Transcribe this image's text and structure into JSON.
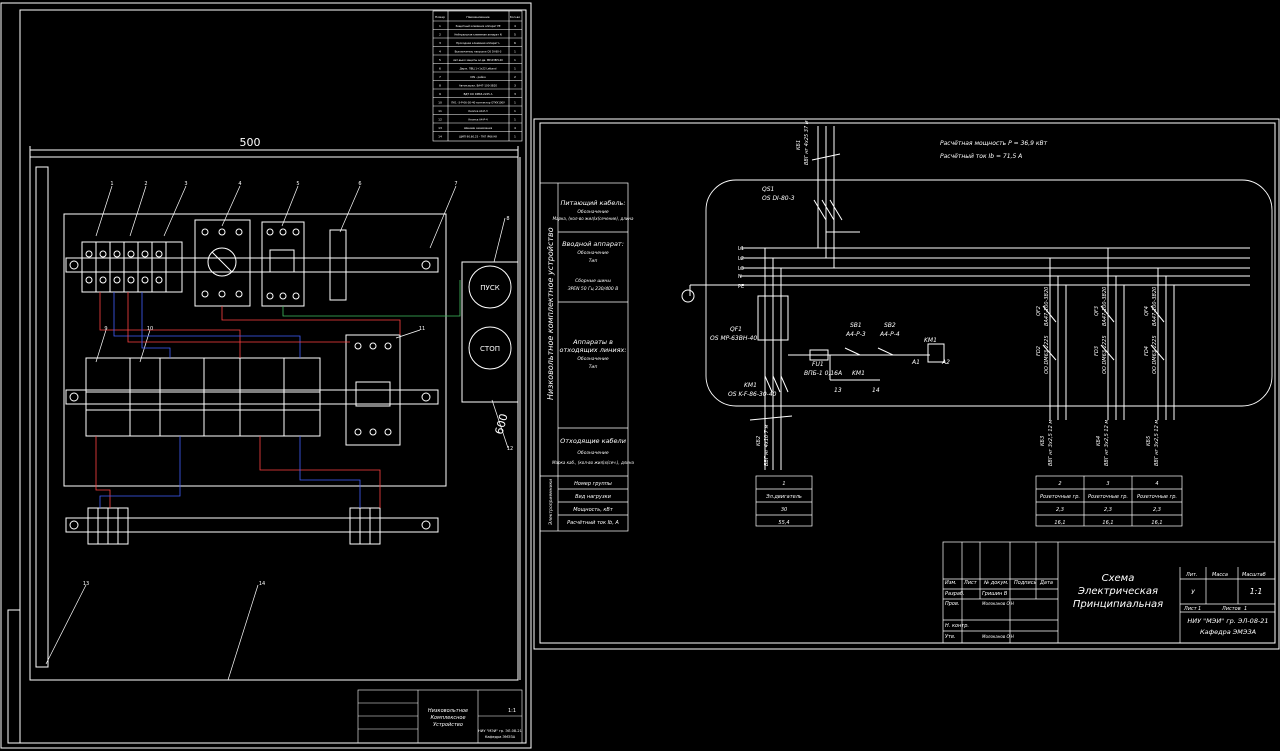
{
  "left_sheet": {
    "dim_width": "500",
    "dim_height": "600",
    "callouts": [
      "1",
      "2",
      "3",
      "4",
      "5",
      "6",
      "7",
      "8",
      "9",
      "10",
      "11",
      "12",
      "13",
      "14"
    ],
    "buttons": {
      "start": "ПУСК",
      "stop": "СТОП"
    },
    "spec_table": {
      "headers": [
        "Номер",
        "Наименование",
        "Кол-во"
      ],
      "rows": [
        [
          "1",
          "Защитный клеммник аппарат PE",
          "4"
        ],
        [
          "2",
          "Нейтральная клеммная аппарат N",
          "5"
        ],
        [
          "3",
          "Проходная клеммная аппарат L",
          "6"
        ],
        [
          "4",
          "Выключатель нагрузки OS DI-80-3",
          "1"
        ],
        [
          "5",
          "Авт.выкл защиты эл.дв. MP-63ВН-40",
          "1"
        ],
        [
          "6",
          "Держ. ПВЦ 1+1х22 Lettand",
          "1"
        ],
        [
          "7",
          "DIN - рейка",
          "2"
        ],
        [
          "8",
          "Автом.выкл. ВА47-100-3B20",
          "3"
        ],
        [
          "9",
          "ВДТ ОО DM63-2225 А",
          "3"
        ],
        [
          "10",
          "ПК1 -3-Р-06-30-40 контактор ОТКУ100У",
          "1"
        ],
        [
          "11",
          "Кнопка А4-Р-3",
          "1"
        ],
        [
          "12",
          "Кнопка А4-Р-4",
          "1"
        ],
        [
          "13",
          "Шинами заземления",
          "4"
        ],
        [
          "14",
          "ЩМП 90.60.25 - ТКП IP66 КК",
          "1"
        ]
      ]
    },
    "title_block": {
      "title_lines": [
        "Низковольтное",
        "Комплексное",
        "Устройство"
      ],
      "scale": "1:1",
      "group": "НИУ \"МЭИ\" гр. ЭЛ-08-21",
      "department": "Кафедра ЭМЭЗА"
    }
  },
  "right_sheet": {
    "design_power": "Расчётная мощность P = 36,9 кВт",
    "design_current": "Расчётный ток Ib = 71,5 A",
    "cable_in": {
      "code": "КБ1",
      "mark": "ВВГ нг 4х25 37 м"
    },
    "qs1": {
      "code": "QS1",
      "type": "OS DI-80-3"
    },
    "buses": [
      "L1",
      "L2",
      "L3",
      "N",
      "PE"
    ],
    "qf1": {
      "code": "QF1",
      "type": "OS MP-63ВН-40"
    },
    "sb1": {
      "code": "SB1",
      "type": "А4-Р-3"
    },
    "sb2": {
      "code": "SB2",
      "type": "А4-Р-4"
    },
    "km1": {
      "code": "KM1",
      "type": "OS K-F-86-30-40"
    },
    "fu1": {
      "code": "FU1",
      "type": "ВПБ-1 0,16А"
    },
    "terminals": [
      "A1",
      "A2",
      "13",
      "14"
    ],
    "qf_groups": [
      {
        "code": "QF2",
        "type": "ВА47-100-3В20"
      },
      {
        "code": "QF3",
        "type": "ВА47-100-3В20"
      },
      {
        "code": "QF4",
        "type": "ВА47-100-3В20"
      }
    ],
    "fd_groups": [
      {
        "code": "FD2",
        "type": "OO DM63-2225"
      },
      {
        "code": "FD3",
        "type": "OO DM63-2225"
      },
      {
        "code": "FD4",
        "type": "OO DM63-2225"
      }
    ],
    "cables_out": [
      {
        "code": "КБ2",
        "mark": "ВВГ нг 4х10 7 м"
      },
      {
        "code": "КБ3",
        "mark": "ВВГ нг 3х2,5 12 м"
      },
      {
        "code": "КБ4",
        "mark": "ВВГ нг 3х2,5 12 м"
      },
      {
        "code": "КБ5",
        "mark": "ВВГ нг 3х2,5 12 м"
      }
    ],
    "side_table": {
      "vertical_title": "Низковольтное комплектное устройство",
      "feed_cable": [
        "Питающий кабель:",
        "Обозначение",
        "Марка, (кол-во жил)х(сечение), длина"
      ],
      "input_device": [
        "Вводной аппарат:",
        "Обозначение",
        "Тип"
      ],
      "busbars": [
        "Сборные шины",
        "ЗРЕN 50 Гц 230/400 В"
      ],
      "outgoing_devices": [
        "Аппараты в",
        "отходящих линиях:",
        "Обозначение",
        "Тип"
      ],
      "outgoing_cables": [
        "Отходящие кабели",
        "Обозначение",
        "Марка каб., (кол-во жил)х(сеч.), длина"
      ],
      "consumers_label": "Электроприемники",
      "row_labels": [
        "Номер группы",
        "Вид нагрузки",
        "Мощность, кВт",
        "Расчётный ток Ib, A"
      ]
    },
    "groups": [
      {
        "num": "1",
        "load": "Эл.двигатель",
        "power": "30",
        "current": "55,4"
      },
      {
        "num": "2",
        "load": "Розеточные гр.",
        "power": "2,3",
        "current": "16,1"
      },
      {
        "num": "3",
        "load": "Розеточные гр.",
        "power": "2,3",
        "current": "16,1"
      },
      {
        "num": "4",
        "load": "Розеточные гр.",
        "power": "2,3",
        "current": "16,1"
      }
    ],
    "title_block": {
      "cols": [
        "Изм.",
        "Лист",
        "№ докум.",
        "Подпись",
        "Дата"
      ],
      "developer_label": "Разраб.",
      "developer": "Гришин В",
      "checker_label": "Пров.",
      "checker": "Молоканов О.Н",
      "norm_label": "Н. контр.",
      "approver_label": "Утв.",
      "approver": "Молоканов О.Н",
      "title": [
        "Схема",
        "Электрическая",
        "Принципиальная"
      ],
      "lit_label": "Лит.",
      "mass_label": "Масса",
      "scale_label": "Масштаб",
      "lit": "У",
      "scale": "1:1",
      "sheet_label": "Лист",
      "sheet": "1",
      "sheets_label": "Листов",
      "sheets": "1",
      "group": "НИУ \"МЭИ\" гр. ЭЛ-08-21",
      "department": "Кафедра ЭМЭЗА"
    }
  }
}
